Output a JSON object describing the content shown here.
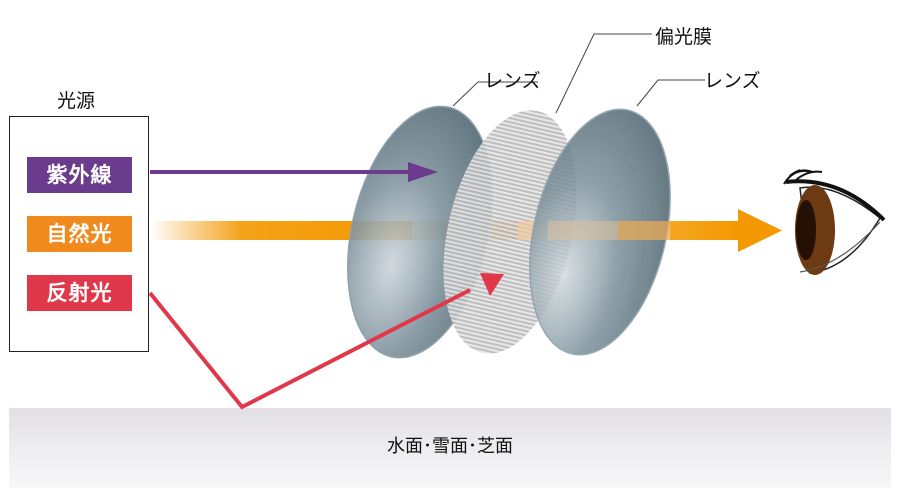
{
  "light_source": {
    "title": "光源",
    "items": [
      {
        "label": "紫外線",
        "color": "#6b3b8e"
      },
      {
        "label": "自然光",
        "color": "#f08a1c"
      },
      {
        "label": "反射光",
        "color": "#e0384a"
      }
    ]
  },
  "labels": {
    "lens_left": "レンズ",
    "polarizing_film": "偏光膜",
    "lens_right": "レンズ"
  },
  "surface": {
    "label": "水面･雪面･芝面"
  },
  "colors": {
    "uv_arrow": "#6b3b8e",
    "natural_light": "#f39800",
    "reflected_light": "#e0384a",
    "lens": "#5f7582",
    "film": "#cfcfcf"
  }
}
